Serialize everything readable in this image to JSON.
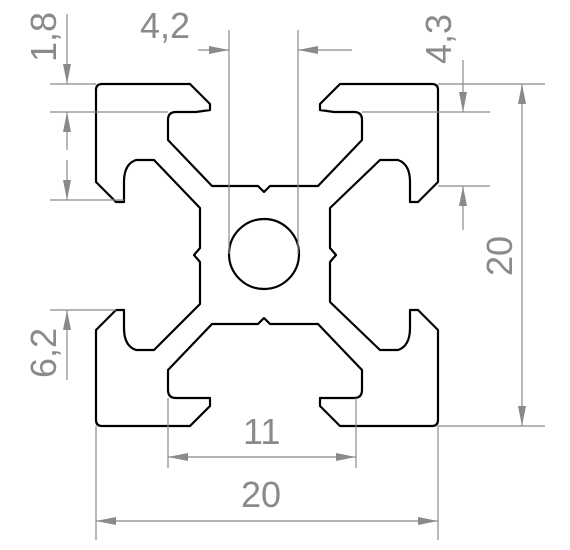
{
  "drawing": {
    "colors": {
      "outline": "#000000",
      "dimension": "#8a8a8a",
      "background": "#ffffff"
    },
    "dimensions": {
      "slot_top_gap": "1,8",
      "slot_opening": "4,2",
      "slot_depth": "4,3",
      "height": "20",
      "slot_side": "6,2",
      "center_span": "11",
      "width": "20"
    }
  }
}
